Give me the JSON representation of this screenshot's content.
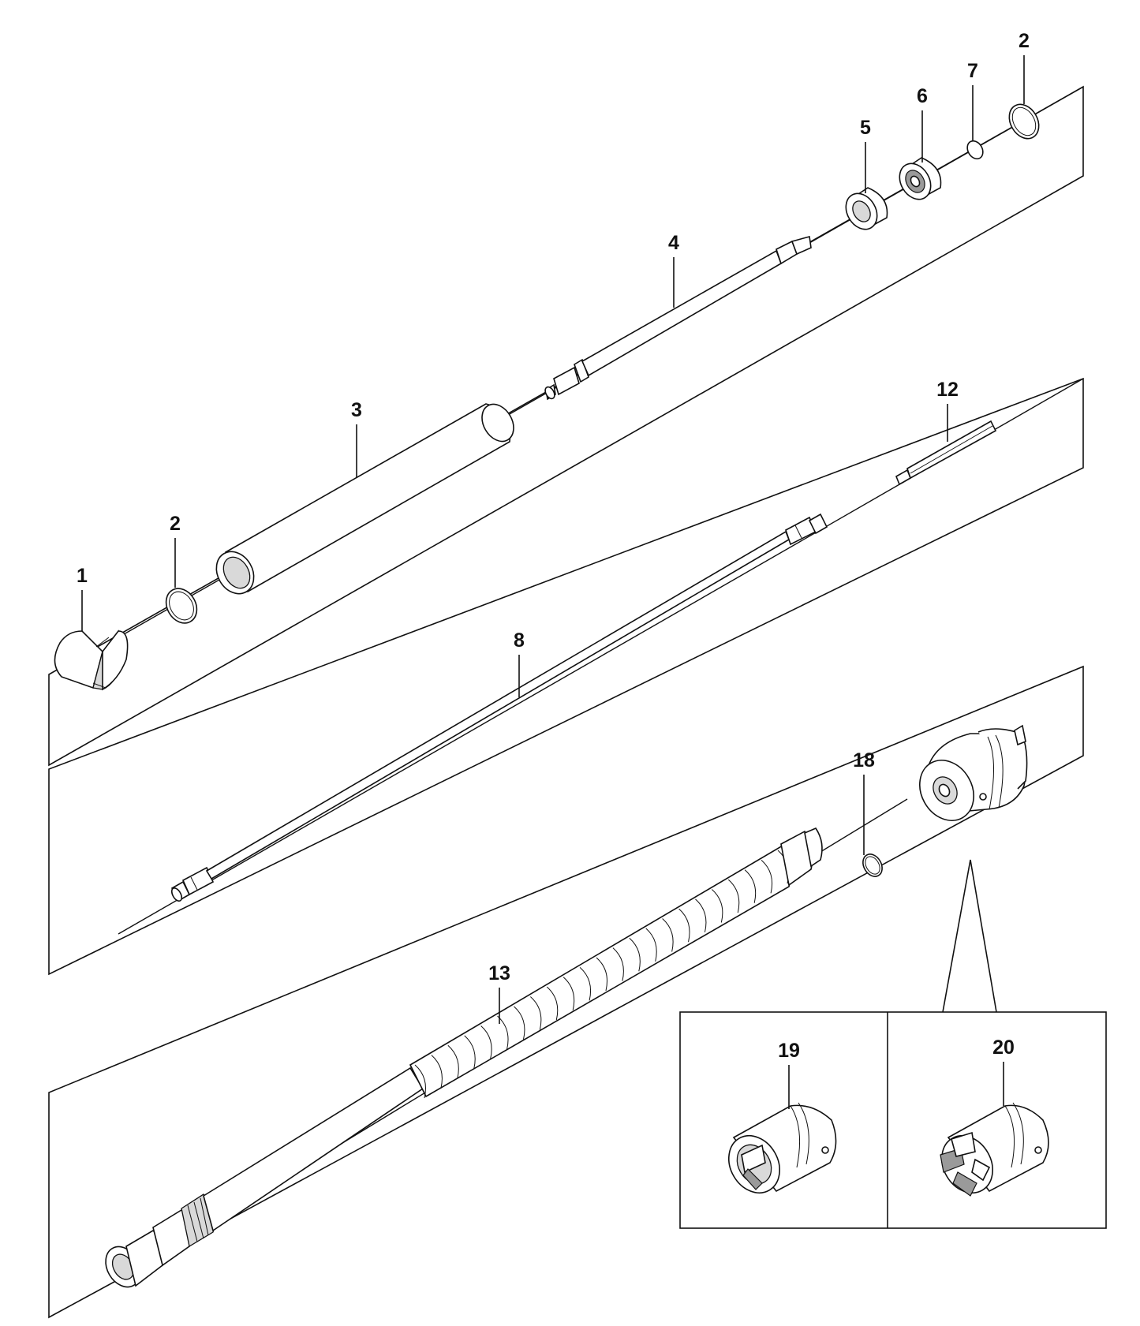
{
  "callouts": {
    "c1": "1",
    "c2a": "2",
    "c2b": "2",
    "c3": "3",
    "c4": "4",
    "c5": "5",
    "c6": "6",
    "c7": "7",
    "c8": "8",
    "c12": "12",
    "c13": "13",
    "c18": "18",
    "c19": "19",
    "c20": "20"
  }
}
